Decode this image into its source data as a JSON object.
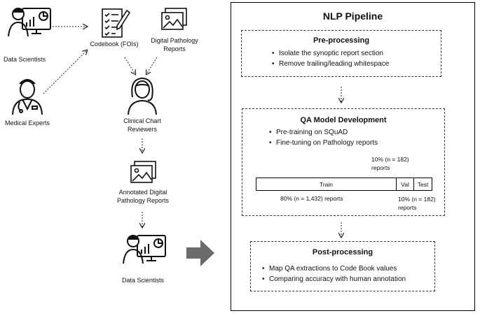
{
  "left_flow": {
    "data_scientists_top": "Data Scientists",
    "medical_experts": "Medical Experts",
    "codebook": "Codebook (FOIs)",
    "digital_pathology_reports": "Digital Pathology Reports",
    "clinical_chart_reviewers": "Clinical Chart Reviewers",
    "annotated_reports": "Annotated Digital Pathology Reports",
    "data_scientists_bottom": "Data Scientists"
  },
  "pipeline": {
    "title": "NLP Pipeline",
    "preprocessing": {
      "title": "Pre-processing",
      "items": [
        "Isolate the synoptic report section",
        "Remove trailing/leading whitespace"
      ]
    },
    "qa_model": {
      "title": "QA Model Development",
      "items": [
        "Pre-training on SQuAD",
        "Fine-tuning on Pathology reports"
      ],
      "split": {
        "segments": [
          {
            "label": "Train",
            "fraction": 0.8
          },
          {
            "label": "Val",
            "fraction": 0.1
          },
          {
            "label": "Test",
            "fraction": 0.1
          }
        ],
        "val_note": "10% (n = 182) reports",
        "train_note": "80% (n = 1,432) reports",
        "test_note": "10% (n = 182) reports"
      }
    },
    "postprocessing": {
      "title": "Post-processing",
      "items": [
        "Map QA extractions to Code Book values",
        "Comparing accuracy with human annotation"
      ]
    }
  }
}
